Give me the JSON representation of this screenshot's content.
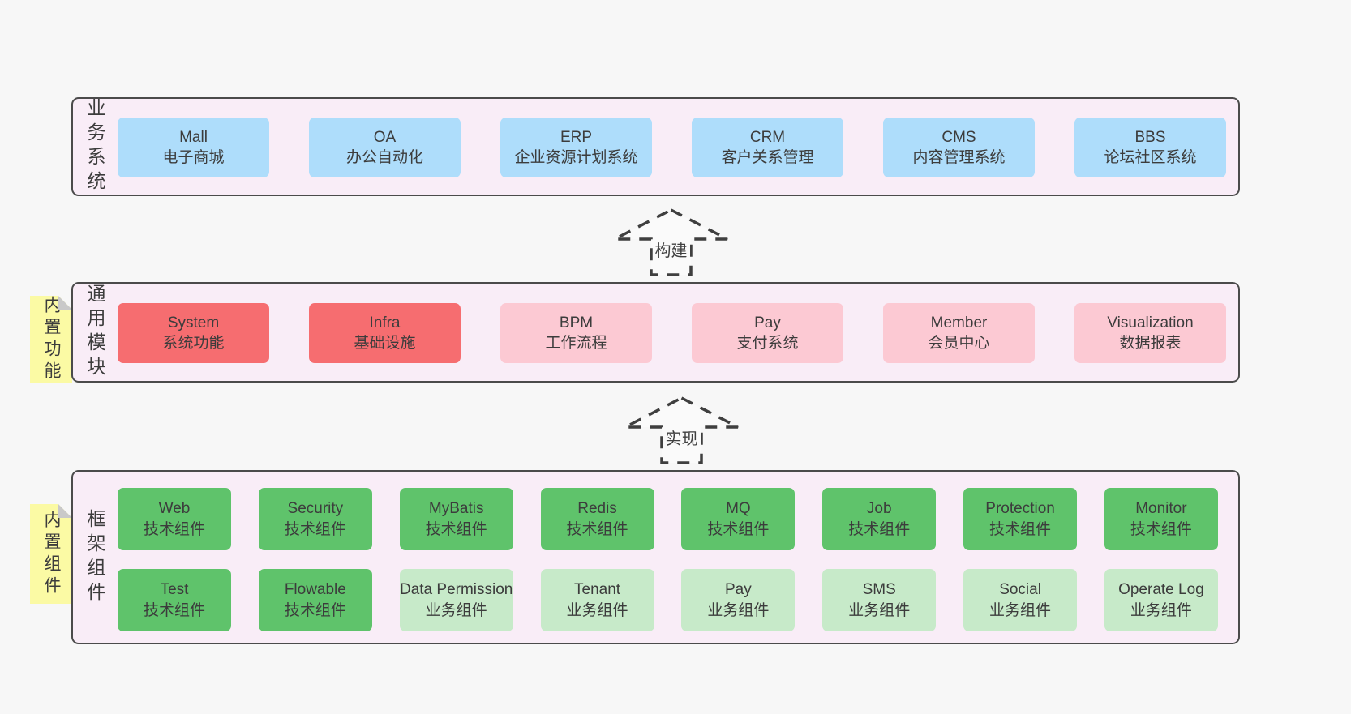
{
  "colors": {
    "page_background": "#f7f7f7",
    "layer_background": "#f9edf7",
    "layer_border": "#4b4b4b",
    "blue_box": "#aeddfb",
    "red_box": "#f66d70",
    "pink_box": "#fcc9d3",
    "green_box": "#5fc36b",
    "green_light_box": "#c7eac9",
    "sticky_note": "#fbfaa4",
    "note_fold": "#c9c9c9",
    "text": "#3c3c3c",
    "arrow_stroke": "#3f3f3f"
  },
  "arrows": [
    {
      "label": "构建"
    },
    {
      "label": "实现"
    }
  ],
  "layers": [
    {
      "label": "业务系统",
      "note": null,
      "rows": [
        [
          {
            "title": "Mall",
            "subtitle": "电子商城",
            "color": "blue"
          },
          {
            "title": "OA",
            "subtitle": "办公自动化",
            "color": "blue"
          },
          {
            "title": "ERP",
            "subtitle": "企业资源计划系统",
            "color": "blue"
          },
          {
            "title": "CRM",
            "subtitle": "客户关系管理",
            "color": "blue"
          },
          {
            "title": "CMS",
            "subtitle": "内容管理系统",
            "color": "blue"
          },
          {
            "title": "BBS",
            "subtitle": "论坛社区系统",
            "color": "blue"
          }
        ]
      ]
    },
    {
      "label": "通用模块",
      "note": "内置功能",
      "rows": [
        [
          {
            "title": "System",
            "subtitle": "系统功能",
            "color": "red"
          },
          {
            "title": "Infra",
            "subtitle": "基础设施",
            "color": "red"
          },
          {
            "title": "BPM",
            "subtitle": "工作流程",
            "color": "pink"
          },
          {
            "title": "Pay",
            "subtitle": "支付系统",
            "color": "pink"
          },
          {
            "title": "Member",
            "subtitle": "会员中心",
            "color": "pink"
          },
          {
            "title": "Visualization",
            "subtitle": "数据报表",
            "color": "pink"
          }
        ]
      ]
    },
    {
      "label": "框架组件",
      "note": "内置组件",
      "rows": [
        [
          {
            "title": "Web",
            "subtitle": "技术组件",
            "color": "green"
          },
          {
            "title": "Security",
            "subtitle": "技术组件",
            "color": "green"
          },
          {
            "title": "MyBatis",
            "subtitle": "技术组件",
            "color": "green"
          },
          {
            "title": "Redis",
            "subtitle": "技术组件",
            "color": "green"
          },
          {
            "title": "MQ",
            "subtitle": "技术组件",
            "color": "green"
          },
          {
            "title": "Job",
            "subtitle": "技术组件",
            "color": "green"
          },
          {
            "title": "Protection",
            "subtitle": "技术组件",
            "color": "green"
          },
          {
            "title": "Monitor",
            "subtitle": "技术组件",
            "color": "green"
          }
        ],
        [
          {
            "title": "Test",
            "subtitle": "技术组件",
            "color": "green"
          },
          {
            "title": "Flowable",
            "subtitle": "技术组件",
            "color": "green"
          },
          {
            "title": "Data Permission",
            "subtitle": "业务组件",
            "color": "green-light"
          },
          {
            "title": "Tenant",
            "subtitle": "业务组件",
            "color": "green-light"
          },
          {
            "title": "Pay",
            "subtitle": "业务组件",
            "color": "green-light"
          },
          {
            "title": "SMS",
            "subtitle": "业务组件",
            "color": "green-light"
          },
          {
            "title": "Social",
            "subtitle": "业务组件",
            "color": "green-light"
          },
          {
            "title": "Operate Log",
            "subtitle": "业务组件",
            "color": "green-light"
          }
        ]
      ]
    }
  ]
}
